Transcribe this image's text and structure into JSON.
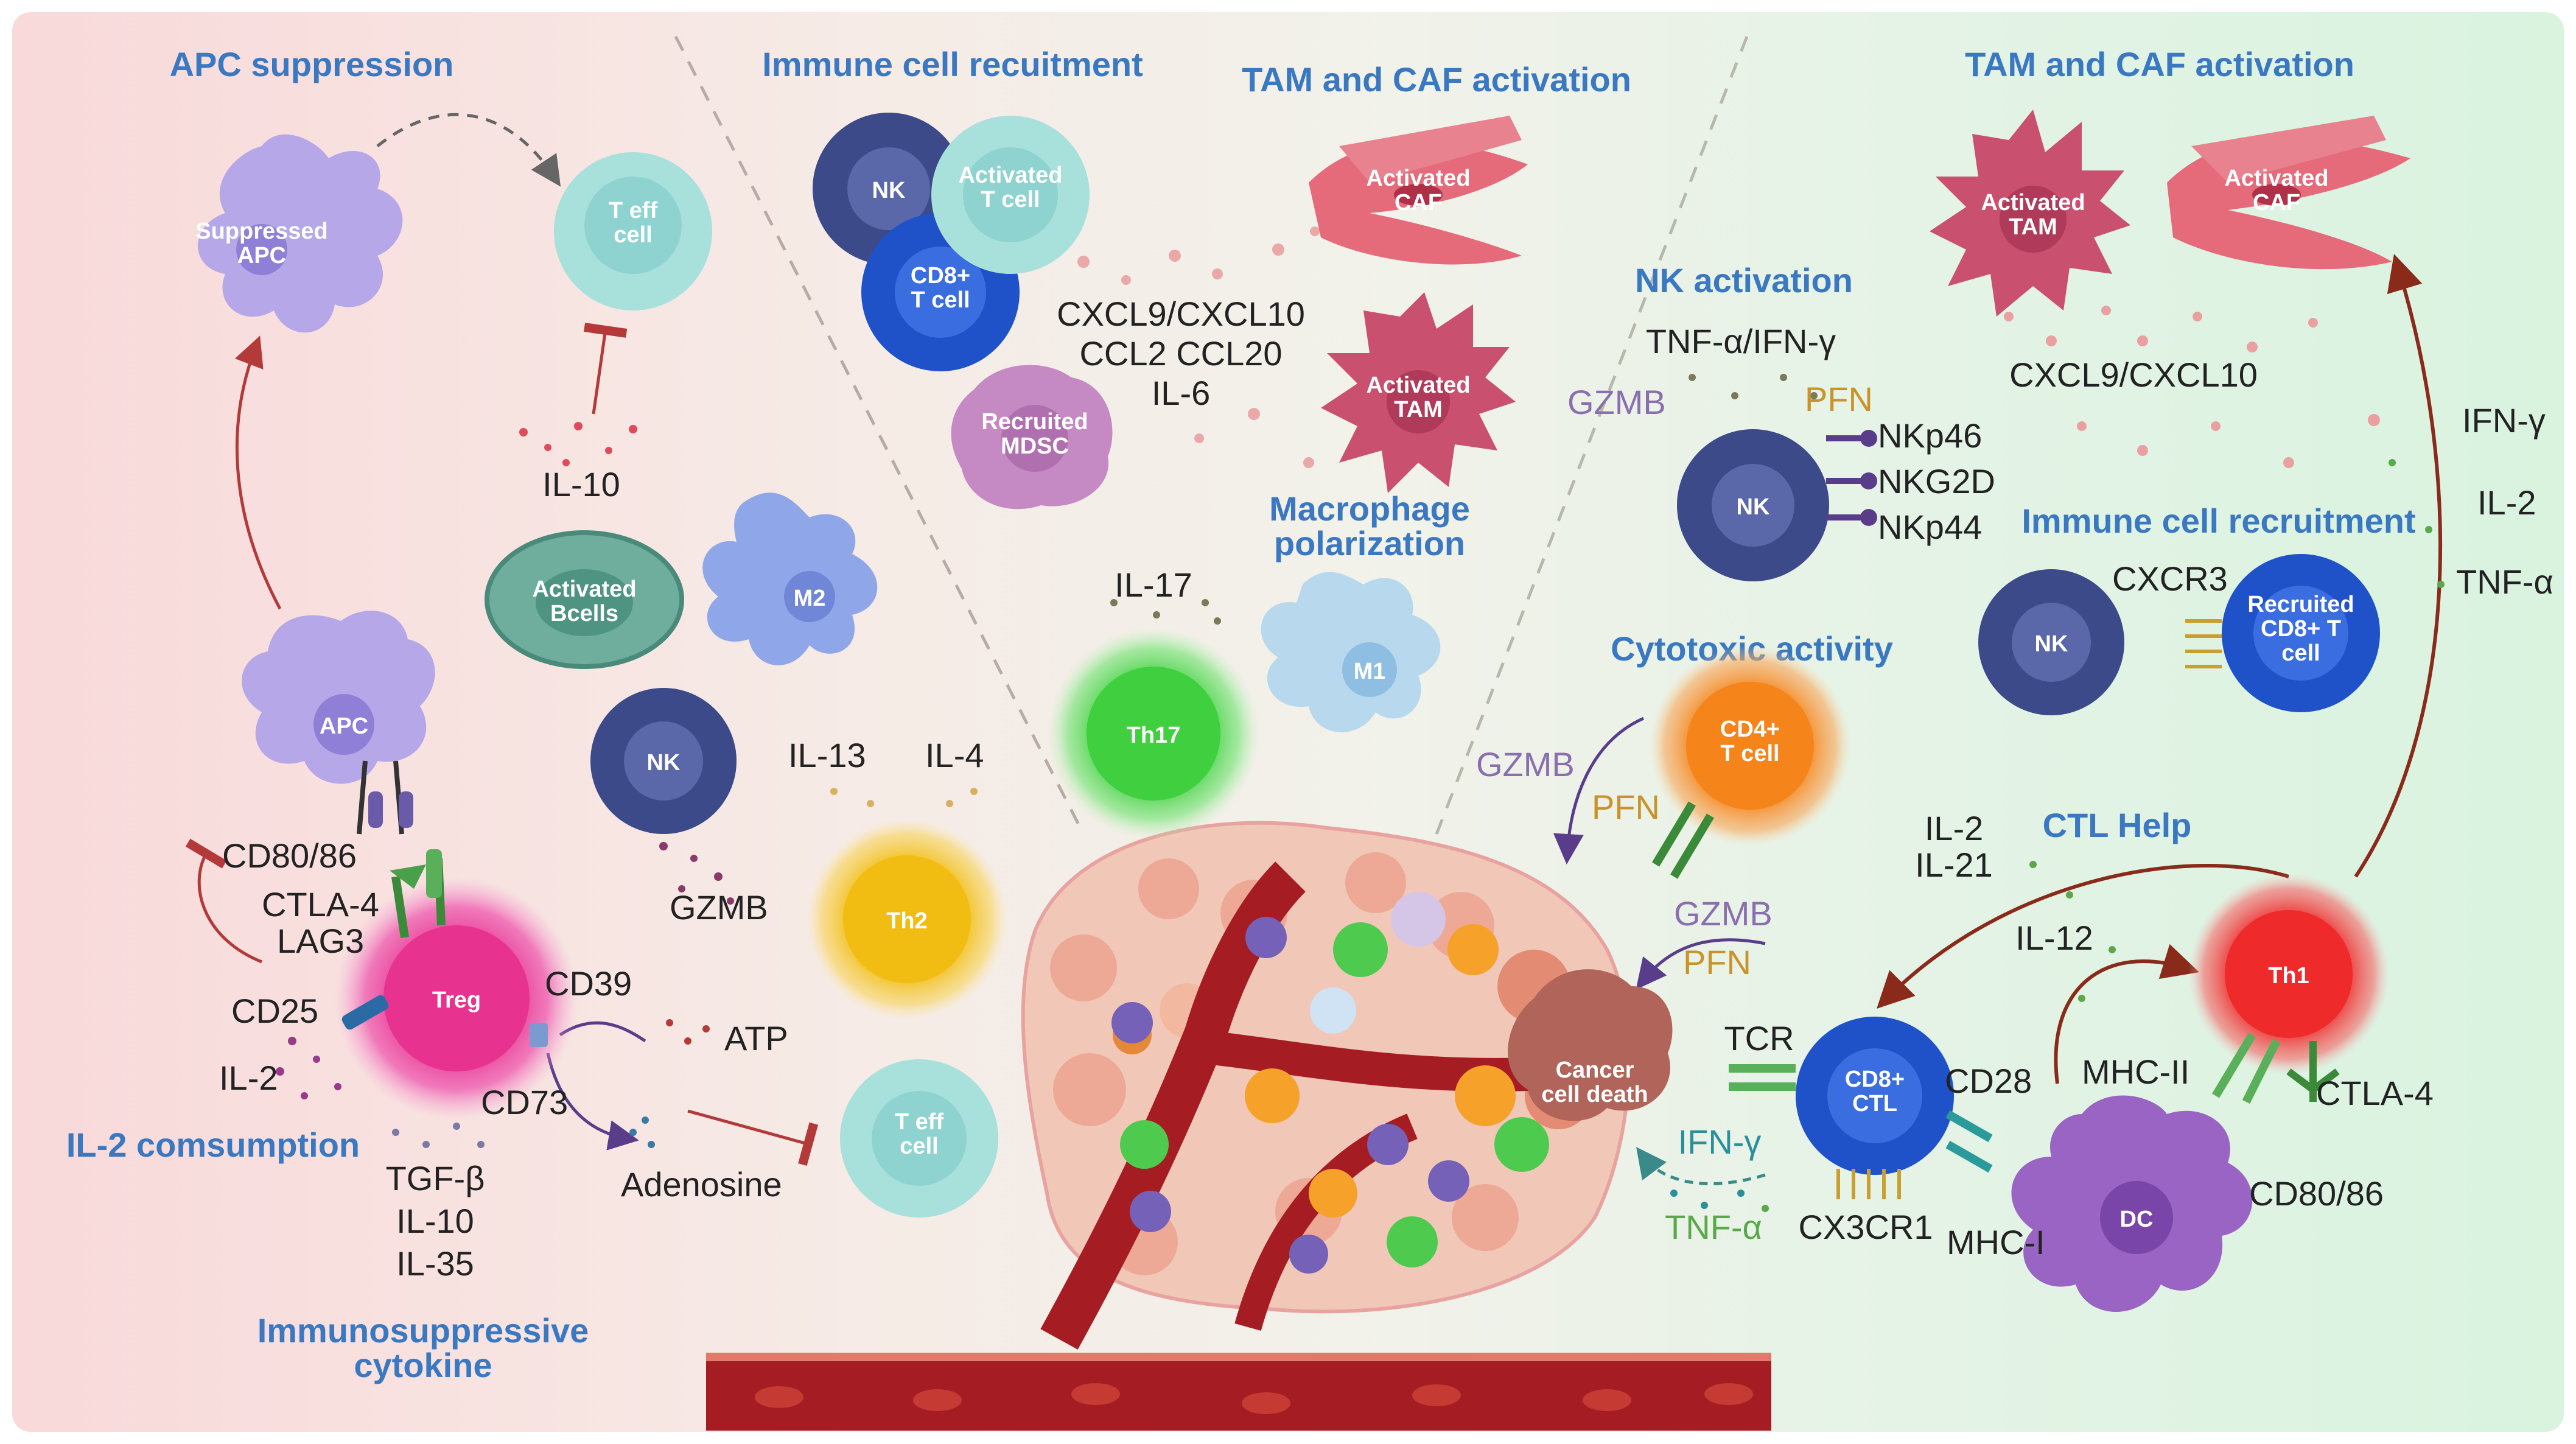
{
  "headings": {
    "apc_suppression": "APC suppression",
    "immune_recruit_mid": "Immune cell recuitment",
    "tam_caf_mid": "TAM and CAF activation",
    "tam_caf_right": "TAM and CAF activation",
    "nk_activation": "NK activation",
    "immune_recruit_right": "Immune cell recruitment",
    "cytotoxic": "Cytotoxic activity",
    "ctl_help": "CTL Help",
    "il2_consumption": "IL-2 comsumption",
    "immunosuppressive_1": "Immunosuppressive",
    "immunosuppressive_2": "cytokine",
    "macrophage_1": "Macrophage",
    "macrophage_2": "polarization"
  },
  "cells": {
    "suppressed_apc_1": "Suppressed",
    "suppressed_apc_2": "APC",
    "teff_top_1": "T eff",
    "teff_top_2": "cell",
    "apc": "APC",
    "treg": "Treg",
    "bcells_1": "Activated",
    "bcells_2": "Bcells",
    "m2": "M2",
    "nk_left": "NK",
    "nk_top": "NK",
    "act_t_1": "Activated",
    "act_t_2": "T cell",
    "cd8_1": "CD8+",
    "cd8_2": "T cell",
    "mdsc_1": "Recruited",
    "mdsc_2": "MDSC",
    "caf_mid_1": "Activated",
    "caf_mid_2": "CAF",
    "tam_mid_1": "Activated",
    "tam_mid_2": "TAM",
    "m1": "M1",
    "th17": "Th17",
    "th2": "Th2",
    "teff_bottom_1": "T eff",
    "teff_bottom_2": "cell",
    "tam_right_1": "Activated",
    "tam_right_2": "TAM",
    "caf_right_1": "Activated",
    "caf_right_2": "CAF",
    "nk_center": "NK",
    "nk_right": "NK",
    "rec_cd8_1": "Recruited",
    "rec_cd8_2": "CD8+ T",
    "rec_cd8_3": "cell",
    "cd4_1": "CD4+",
    "cd4_2": "T cell",
    "ctl_1": "CD8+",
    "ctl_2": "CTL",
    "th1": "Th1",
    "dc": "DC",
    "cancer_1": "Cancer",
    "cancer_2": "cell death"
  },
  "labels": {
    "il10_top": "IL-10",
    "cd80_86_left": "CD80/86",
    "ctla4_left": "CTLA-4",
    "lag3": "LAG3",
    "cd25": "CD25",
    "il2_left": "IL-2",
    "cd39": "CD39",
    "cd73": "CD73",
    "atp": "ATP",
    "adenosine": "Adenosine",
    "tgfb": "TGF-β",
    "il10_bottom": "IL-10",
    "il35": "IL-35",
    "gzmb_left": "GZMB",
    "il13": "IL-13",
    "il4": "IL-4",
    "il17": "IL-17",
    "cxcl_mid": "CXCL9/CXCL10",
    "ccl": "CCL2 CCL20",
    "il6": "IL-6",
    "tnf_ifn": "TNF-α/IFN-γ",
    "gzmb_nk": "GZMB",
    "pfn_nk": "PFN",
    "nkp46": "NKp46",
    "nkg2d": "NKG2D",
    "nkp44": "NKp44",
    "cxcl_right": "CXCL9/CXCL10",
    "ifng_right": "IFN-γ",
    "il2_right": "IL-2",
    "tnfa_right": "TNF-α",
    "cxcr3": "CXCR3",
    "gzmb_cd4": "GZMB",
    "pfn_cd4": "PFN",
    "gzmb_cancer": "GZMB",
    "pfn_cancer": "PFN",
    "il2_ctl": "IL-2",
    "il21": "IL-21",
    "il12": "IL-12",
    "tcr": "TCR",
    "cd28": "CD28",
    "mhc2": "MHC-II",
    "ctla4_right": "CTLA-4",
    "cd80_86_right": "CD80/86",
    "mhc1": "MHC-I",
    "cx3cr1": "CX3CR1",
    "ifng_center": "IFN-γ",
    "tnfa_center": "TNF-α"
  }
}
